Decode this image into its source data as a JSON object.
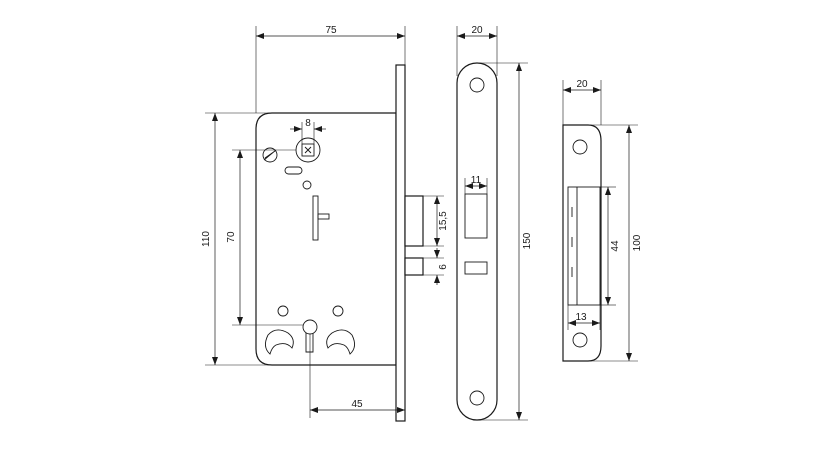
{
  "dimensions": {
    "lock_width": "75",
    "faceplate_width": "20",
    "strike_width": "20",
    "spindle_square": "8",
    "lock_height": "110",
    "centre_distance": "70",
    "latch_height": "15,5",
    "deadbolt_height": "6",
    "latch_slot_width": "11",
    "faceplate_length": "150",
    "strike_slot_height": "44",
    "strike_length": "100",
    "strike_depth": "13",
    "backset": "45"
  }
}
